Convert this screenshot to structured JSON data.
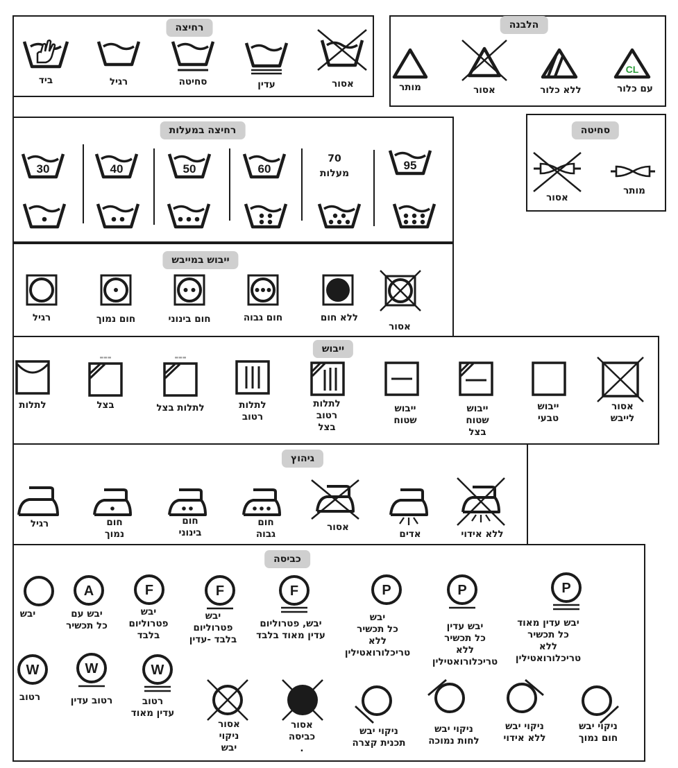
{
  "sections": {
    "washing": {
      "title": "רחיצה",
      "items": [
        {
          "icon": "hand-wash-icon",
          "label": "ביד"
        },
        {
          "icon": "wash-normal-icon",
          "label": "רגיל"
        },
        {
          "icon": "wash-permanent-press-icon",
          "label": "סחיטה"
        },
        {
          "icon": "wash-delicate-icon",
          "label": "עדין"
        },
        {
          "icon": "do-not-wash-icon",
          "label": "אסור"
        }
      ]
    },
    "bleach": {
      "title": "הלבנה",
      "items": [
        {
          "icon": "bleach-allowed-icon",
          "label": "מותר"
        },
        {
          "icon": "do-not-bleach-icon",
          "label": "אסור"
        },
        {
          "icon": "non-chlorine-bleach-icon",
          "label": "ללא כלור"
        },
        {
          "icon": "chlorine-bleach-icon",
          "symbol_text": "CL",
          "label": "עם כלור"
        }
      ],
      "accent_color": "#2e9d3c"
    },
    "wash_temp": {
      "title": "רחיצה במעלות",
      "items": [
        {
          "icon": "wash-30-icon",
          "value": "30"
        },
        {
          "icon": "wash-40-icon",
          "value": "40"
        },
        {
          "icon": "wash-50-icon",
          "value": "50"
        },
        {
          "icon": "wash-60-icon",
          "value": "60"
        },
        {
          "icon": "wash-70-label",
          "label": "70\nמעלות"
        },
        {
          "icon": "wash-95-icon",
          "value": "95"
        }
      ],
      "dots": [
        1,
        2,
        3,
        4,
        5,
        6
      ]
    },
    "wringing": {
      "title": "סחיטה",
      "items": [
        {
          "icon": "do-not-wring-icon",
          "label": "אסור"
        },
        {
          "icon": "wring-allowed-icon",
          "label": "מותר"
        }
      ]
    },
    "tumble_dry": {
      "title": "ייבוש במייבש",
      "items": [
        {
          "icon": "tumble-dry-normal-icon",
          "label": "רגיל"
        },
        {
          "icon": "tumble-dry-low-icon",
          "label": "חום נמוך"
        },
        {
          "icon": "tumble-dry-medium-icon",
          "label": "חום בינוני"
        },
        {
          "icon": "tumble-dry-high-icon",
          "label": "חום גבוה"
        },
        {
          "icon": "tumble-dry-no-heat-icon",
          "label": "ללא חום"
        },
        {
          "icon": "do-not-tumble-dry-icon",
          "label": "אסור"
        }
      ]
    },
    "drying": {
      "title": "ייבוש",
      "items": [
        {
          "icon": "line-dry-icon",
          "label": "לתלות"
        },
        {
          "icon": "dry-in-shade-icon",
          "label": "בצל"
        },
        {
          "icon": "line-dry-shade-icon",
          "label": "לתלות בצל"
        },
        {
          "icon": "drip-dry-icon",
          "label": "לתלות\nרטוב"
        },
        {
          "icon": "drip-dry-shade-icon",
          "label": "לתלות\nרטוב\nבצל"
        },
        {
          "icon": "dry-flat-icon",
          "label": "ייבוש\nשטוח"
        },
        {
          "icon": "dry-flat-shade-icon",
          "label": "ייבוש\nשטוח\nבצל"
        },
        {
          "icon": "natural-dry-icon",
          "label": "ייבוש\nטבעי"
        },
        {
          "icon": "do-not-dry-icon",
          "label": "אסור\nלייבש"
        }
      ]
    },
    "ironing": {
      "title": "גיהוץ",
      "items": [
        {
          "icon": "iron-normal-icon",
          "label": "רגיל"
        },
        {
          "icon": "iron-low-icon",
          "label": "חום\nנמוך"
        },
        {
          "icon": "iron-medium-icon",
          "label": "חום\nבינוני"
        },
        {
          "icon": "iron-high-icon",
          "label": "חום\nגבוה"
        },
        {
          "icon": "do-not-iron-icon",
          "label": "אסור"
        },
        {
          "icon": "iron-steam-icon",
          "label": "אדים"
        },
        {
          "icon": "iron-no-steam-icon",
          "label": "ללא אידוי"
        }
      ]
    },
    "dry_clean": {
      "title": "כביסה",
      "row1": [
        {
          "icon": "dry-clean-icon",
          "label": "יבש"
        },
        {
          "icon": "dry-clean-any-solvent-icon",
          "letter": "A",
          "label": "יבש עם\nכל תכשיר"
        },
        {
          "icon": "dry-clean-petroleum-icon",
          "letter": "F",
          "label": "יבש\nפטרוליום\nבלבד"
        },
        {
          "icon": "dry-clean-petroleum-gentle-icon",
          "letter": "F",
          "label": "יבש\nפטרוליום\nבלבד -עדין"
        },
        {
          "icon": "dry-clean-petroleum-very-gentle-icon",
          "letter": "F",
          "label": "יבש, פטרוליום\nעדין מאוד בלבד"
        },
        {
          "icon": "dry-clean-any-except-tce-icon",
          "letter": "P",
          "label": "יבש\nכל תכשיר\nללא\nטריכלורואטילין"
        },
        {
          "icon": "dry-clean-any-except-tce-gentle-icon",
          "letter": "P",
          "label": "יבש עדין\nכל תכשיר\nללא\nטריכלורואטילין"
        },
        {
          "icon": "dry-clean-any-except-tce-very-gentle-icon",
          "letter": "P",
          "label": "יבש עדין מאוד\nכל תכשיר\nללא\nטריכלורואטילין"
        }
      ],
      "row2": [
        {
          "icon": "wet-clean-icon",
          "letter": "W",
          "label": "רטוב"
        },
        {
          "icon": "wet-clean-gentle-icon",
          "letter": "W",
          "label": "רטוב עדין"
        },
        {
          "icon": "wet-clean-very-gentle-icon",
          "letter": "W",
          "label": "רטוב\nעדין מאוד"
        },
        {
          "icon": "do-not-dry-clean-icon",
          "label": "אסור\nניקוי\nיבש"
        },
        {
          "icon": "do-not-wash-dark-icon",
          "label": "אסור\nכביסה\n."
        },
        {
          "icon": "dry-clean-short-cycle-icon",
          "label": "ניקוי יבש\nתכנית קצרה"
        },
        {
          "icon": "dry-clean-low-humidity-icon",
          "label": "ניקוי יבש\nלחות נמוכה"
        },
        {
          "icon": "dry-clean-no-steam-icon",
          "label": "ניקוי יבש\nללא אידוי"
        },
        {
          "icon": "dry-clean-low-heat-icon",
          "label": "ניקוי יבש\nחום נמוך"
        }
      ]
    }
  }
}
